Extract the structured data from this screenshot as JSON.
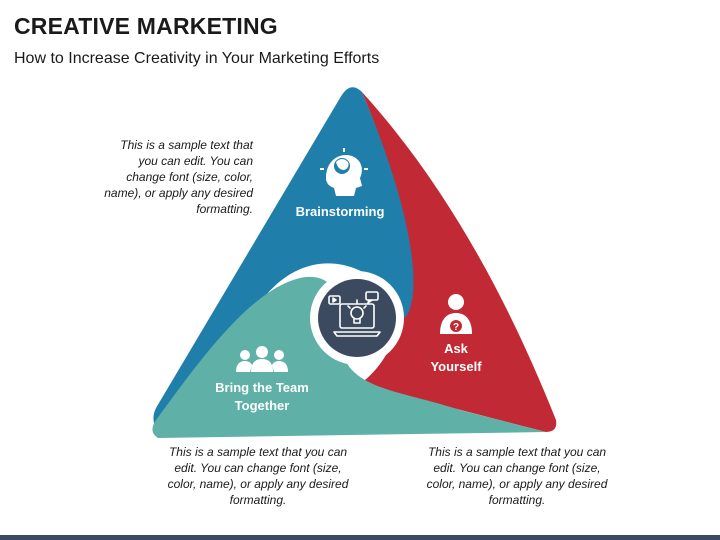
{
  "header": {
    "title": "CREATIVE MARKETING",
    "subtitle": "How to Increase Creativity in Your Marketing Efforts"
  },
  "segments": [
    {
      "key": "brainstorming",
      "label": "Brainstorming",
      "color": "#1f7faa",
      "icon": "brain-head-icon"
    },
    {
      "key": "ask",
      "label": "Ask Yourself",
      "label_line1": "Ask",
      "label_line2": "Yourself",
      "color": "#c12a35",
      "icon": "person-question-icon"
    },
    {
      "key": "team",
      "label": "Bring the Team Together",
      "label_line1": "Bring the Team",
      "label_line2": "Together",
      "color": "#5fb0a6",
      "icon": "team-icon"
    }
  ],
  "center": {
    "icon": "creative-laptop-icon",
    "color": "#3c4a5f"
  },
  "notes": {
    "top_left": "This is a sample text that you can edit. You can change font (size, color, name), or apply any desired formatting.",
    "bottom_left": "This is a sample text that you can edit. You can change font (size, color, name), or apply any desired formatting.",
    "bottom_right": "This is a sample text that you can edit. You can change font (size, color, name), or apply any desired formatting."
  }
}
